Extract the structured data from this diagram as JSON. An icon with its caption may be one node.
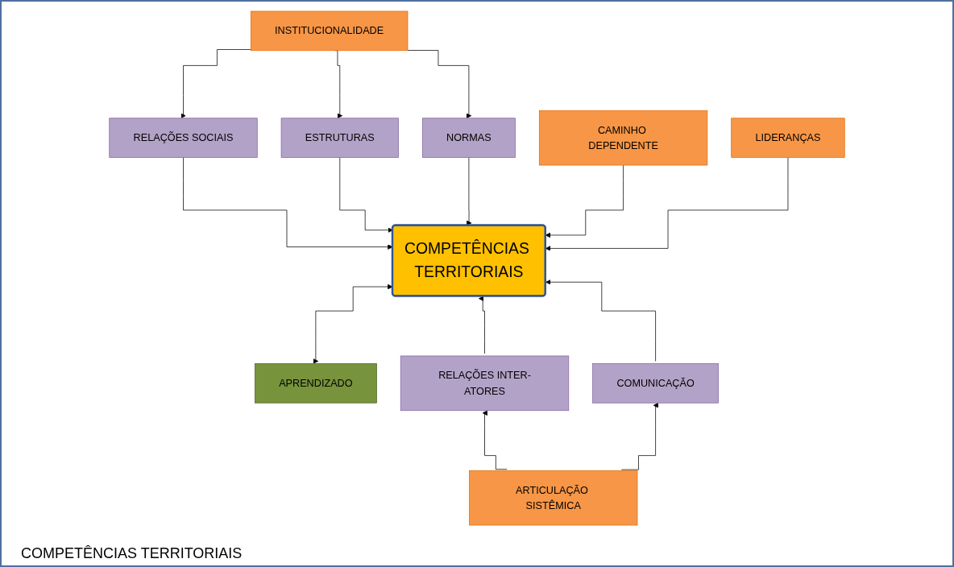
{
  "diagram": {
    "caption": "COMPETÊNCIAS TERRITORIAIS",
    "nodes": [
      {
        "text": [
          "INSTITUCIONALIDADE"
        ]
      },
      {
        "text": [
          "RELAÇÕES SOCIAIS"
        ]
      },
      {
        "text": [
          "ESTRUTURAS"
        ]
      },
      {
        "text": [
          "NORMAS"
        ]
      },
      {
        "text": [
          "CAMINHO DEPENDENTE"
        ]
      },
      {
        "text": [
          "LIDERANÇAS"
        ]
      },
      {
        "text": [
          "COMPETÊNCIAS TERRITORIAIS"
        ]
      },
      {
        "text": [
          "APRENDIZADO"
        ]
      },
      {
        "text": [
          "RELAÇÕES INTER-ATORES"
        ]
      },
      {
        "text": [
          "COMUNICAÇÃO"
        ]
      },
      {
        "text": [
          "ARTICULAÇÃO SISTÊMICA"
        ]
      }
    ],
    "edges": [
      {
        "from": 0,
        "to": 1,
        "arrow": "to"
      },
      {
        "from": 0,
        "to": 2,
        "arrow": "to"
      },
      {
        "from": 0,
        "to": 3,
        "arrow": "to"
      },
      {
        "from": 1,
        "to": 6,
        "arrow": "to"
      },
      {
        "from": 2,
        "to": 6,
        "arrow": "to"
      },
      {
        "from": 3,
        "to": 6,
        "arrow": "to"
      },
      {
        "from": 4,
        "to": 6,
        "arrow": "to"
      },
      {
        "from": 5,
        "to": 6,
        "arrow": "to"
      },
      {
        "from": 6,
        "to": 7,
        "arrow": "both"
      },
      {
        "from": 8,
        "to": 6,
        "arrow": "to"
      },
      {
        "from": 9,
        "to": 6,
        "arrow": "to"
      },
      {
        "from": 10,
        "to": 8,
        "arrow": "to"
      },
      {
        "from": 10,
        "to": 9,
        "arrow": "to"
      }
    ]
  }
}
